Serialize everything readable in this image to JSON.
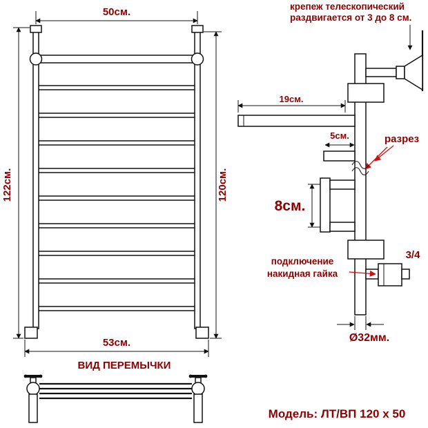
{
  "colors": {
    "label": "#8b0000",
    "line": "#111111",
    "accent_red": "#cc1111"
  },
  "front_view": {
    "dim_top": "50см.",
    "dim_left": "122см.",
    "dim_right": "120см.",
    "dim_bottom": "53см."
  },
  "side_view": {
    "note_line1": "крепеж телескопический",
    "note_line2": "раздвигается от 3 до 8 см.",
    "dim_shelf": "19см.",
    "dim_bracket": "5см.",
    "section_label": "разрез",
    "dim_gap": "8см.",
    "conn_line1": "подключение",
    "conn_line2": "накидная гайка",
    "thread": "3/4",
    "diameter": "Ø32мм."
  },
  "crossbar": {
    "label": "ВИД ПЕРЕМЫЧКИ"
  },
  "model": {
    "label": "Модель: ЛТ/ВП 120 х 50"
  }
}
